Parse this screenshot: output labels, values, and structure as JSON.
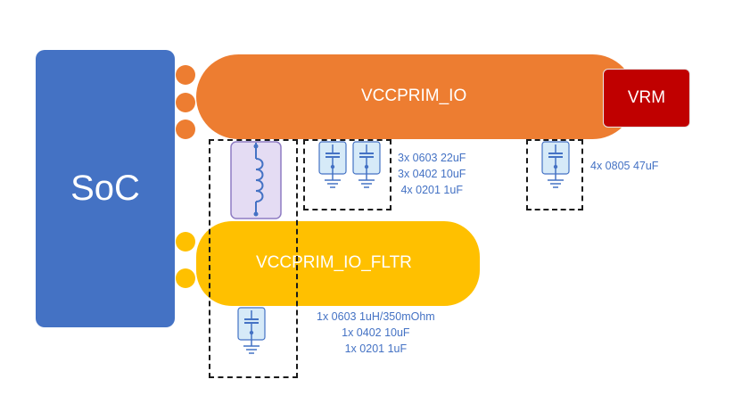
{
  "soc": {
    "label": "SoC"
  },
  "vrm": {
    "label": "VRM"
  },
  "rails": {
    "io": {
      "label": "VCCPRIM_IO"
    },
    "fltr": {
      "label": "VCCPRIM_IO_FLTR"
    }
  },
  "notes": {
    "io_caps_near": [
      "3x 0603 22uF",
      "3x 0402 10uF",
      "4x 0201 1uF"
    ],
    "io_caps_vrm": [
      "4x 0805 47uF"
    ],
    "fltr_parts": [
      "1x 0603 1uH/350mOhm",
      "1x 0402 10uF",
      "1x 0201 1uF"
    ]
  },
  "colors": {
    "soc": "#4472c4",
    "rail_io": "#ed7d31",
    "rail_fltr": "#ffc000",
    "vrm": "#c00000",
    "note_text": "#4472c4",
    "component_fill": "#d6eaf8",
    "component_stroke": "#4472c4",
    "inductor_fill": "#e4dcf3",
    "inductor_stroke": "#8e7cc3"
  },
  "icons": [
    "capacitor-icon",
    "inductor-icon",
    "ground-icon"
  ]
}
